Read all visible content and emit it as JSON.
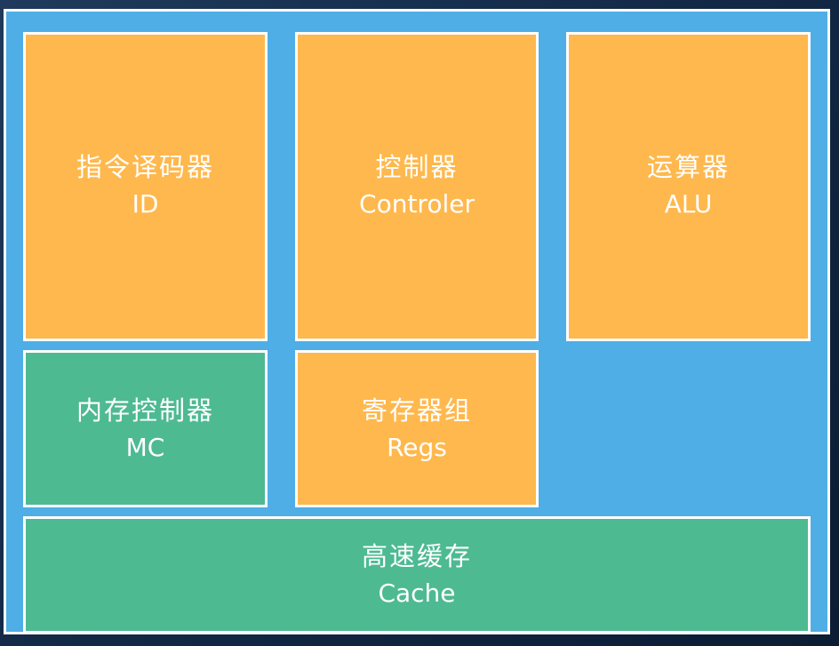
{
  "colors": {
    "background": "#152c4a",
    "frame": "#4faee6",
    "orange_block": "#ffb84d",
    "green_block": "#4dba92",
    "border": "#ffffff",
    "text": "#ffffff"
  },
  "blocks": {
    "id": {
      "cn": "指令译码器",
      "en": "ID",
      "color": "orange"
    },
    "controller": {
      "cn": "控制器",
      "en": "Controler",
      "color": "orange"
    },
    "alu": {
      "cn": "运算器",
      "en": "ALU",
      "color": "orange"
    },
    "mc": {
      "cn": "内存控制器",
      "en": "MC",
      "color": "green"
    },
    "regs": {
      "cn": "寄存器组",
      "en": "Regs",
      "color": "orange"
    },
    "cache": {
      "cn": "高速缓存",
      "en": "Cache",
      "color": "green"
    }
  }
}
